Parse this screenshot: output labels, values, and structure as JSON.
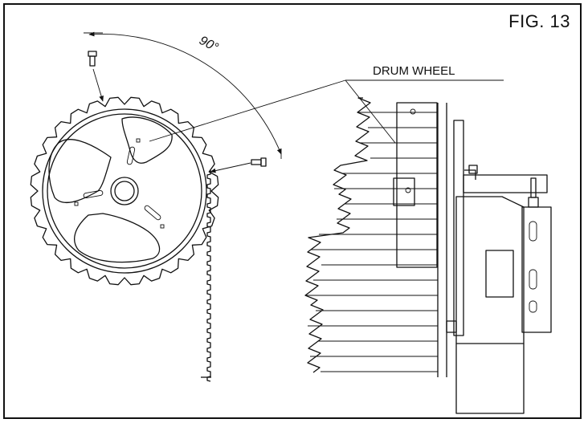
{
  "figure": {
    "label": "FIG. 13",
    "callout": "DRUM WHEEL",
    "angle_label": "90°"
  }
}
